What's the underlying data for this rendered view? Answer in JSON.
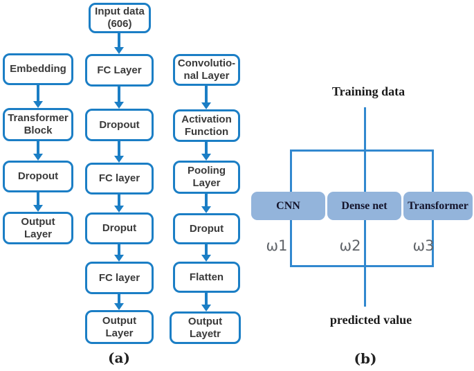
{
  "colors": {
    "flow_accent": "#1b7ec5",
    "ensemble_line": "#3188cf",
    "model_box_fill": "#93b4db"
  },
  "flowchart": {
    "branch1": [
      "Embedding",
      "Transformer\nBlock",
      "Dropout",
      "Output\nLayer"
    ],
    "branch2": [
      "Input data\n(606)",
      "FC Layer",
      "Dropout",
      "FC layer",
      "Droput",
      "FC layer",
      "Output\nLayer"
    ],
    "branch3": [
      "Convolutio-\nnal Layer",
      "Activation\nFunction",
      "Pooling\nLayer",
      "Droput",
      "Flatten",
      "Output\nLayetr"
    ],
    "caption": "(a)"
  },
  "ensemble": {
    "input_label": "Training data",
    "models": [
      "CNN",
      "Dense net",
      "Transformer"
    ],
    "weights": [
      "ω1",
      "ω2",
      "ω3"
    ],
    "output_label": "predicted value",
    "caption": "(b)"
  }
}
